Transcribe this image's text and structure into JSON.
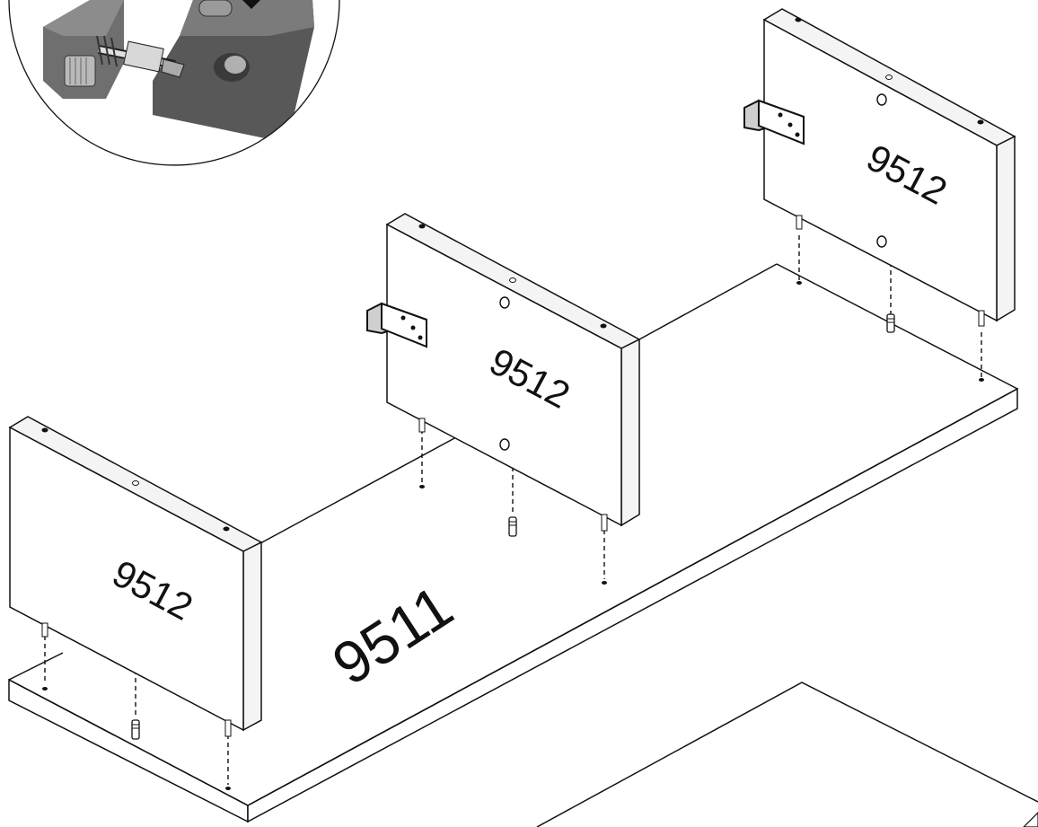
{
  "diagram": {
    "base_panel_label": "9511",
    "side_panel_labels": [
      "9512",
      "9512",
      "9512"
    ]
  },
  "colors": {
    "line": "#111111",
    "panel_fill": "#ffffff",
    "edge_fill": "#f4f4f4",
    "bracket_fill": "#cfcfcf",
    "detail_dark": "#555555",
    "detail_mid": "#7a7a7a",
    "detail_light": "#9a9a9a"
  },
  "icons": {
    "detail_callout": "cam-lock-connector-icon",
    "bracket": "l-bracket-icon",
    "dowel": "dowel-pin-icon",
    "cam_screw": "cam-screw-icon"
  }
}
